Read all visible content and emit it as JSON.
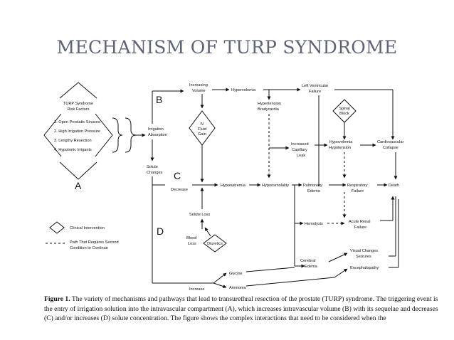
{
  "title": "MECHANISM OF TURP SYNDROME",
  "risk_factors": {
    "heading": [
      "TURP Syndrome",
      "Risk Factors"
    ],
    "items": [
      "1. Open Prostatic Sinuses",
      "2. High Irrigation Pressure",
      "3. Lengthy Resection",
      "4. Hypotonic Irrigants"
    ]
  },
  "section_labels": {
    "A": "A",
    "B": "B",
    "C": "C",
    "D": "D"
  },
  "nodes": {
    "irrigation_absorption": [
      "Irrigation",
      "Absorption"
    ],
    "increasing_volume": [
      "Increasing",
      "Volume"
    ],
    "hypervolemia": "Hypervolemia",
    "left_ventricular_failure": [
      "Left Ventricular",
      "Failure"
    ],
    "hypertension_bradycardia": [
      "Hypertension",
      "Bradycardia"
    ],
    "spinal_block": [
      "Spinal",
      "Block"
    ],
    "iv_fluid_gain": [
      "IV",
      "Fluid",
      "Gain"
    ],
    "increased_capillary_leak": [
      "Increased",
      "Capillary",
      "Leak"
    ],
    "hypovolemia_hypotension": [
      "Hypovolemia",
      "Hypotension"
    ],
    "cardiovascular_collapse": [
      "Cardiovascular",
      "Collapse"
    ],
    "solute_changes": [
      "Solute",
      "Changes"
    ],
    "decrease": "Decrease",
    "hyponatremia": "Hyponatremia",
    "hypoosmolality": "Hypoosmolality",
    "pulmonary_edema": [
      "Pulmonary",
      "Edema"
    ],
    "respiratory_failure": [
      "Respiratory",
      "Failure"
    ],
    "death": "Death",
    "solute_loss": "Solute Loss",
    "blood_loss": [
      "Blood",
      "Loss"
    ],
    "diuretics": "Diuretics",
    "hemolysis": "Hemolysis",
    "acute_renal_failure": [
      "Acute Renal",
      "Failure"
    ],
    "cerebral_edema": [
      "Cerebral",
      "Edema"
    ],
    "visual_changes_seizures": [
      "Visual Changes",
      "Seizures"
    ],
    "encephalopathy": "Encephalopathy",
    "glycine": "Glycine",
    "ammonia": "Ammonia",
    "increase": "Increase"
  },
  "legend": {
    "clinical_intervention": "Clinical Intervention",
    "second_condition": [
      "Path That Requires Second",
      "Condition to Continue"
    ]
  },
  "caption": {
    "label": "Figure 1.",
    "text": "The variety of mechanisms and pathways that lead to transurethral resection of the prostate (TURP) syndrome. The triggering event is the entry of irrigation solution into the intravascular compartment (A), which increases intravascular volume (B) with its sequelae and decreases (C) and/or increases (D) solute concentration. The figure shows the complex interactions that need to be considered when the"
  }
}
